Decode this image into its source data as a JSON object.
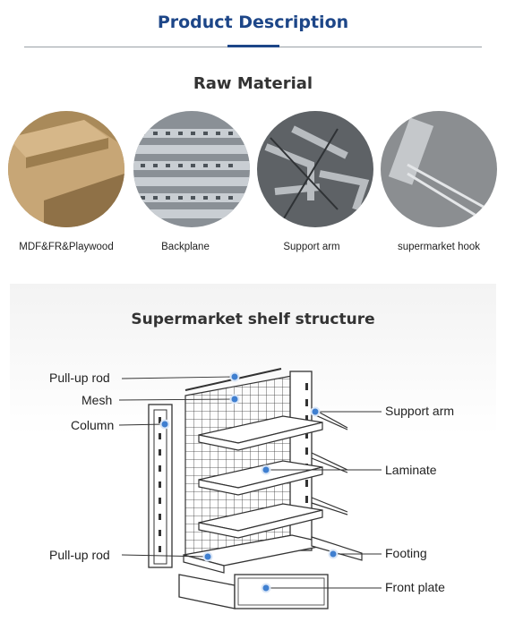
{
  "header": {
    "title": "Product Description",
    "subtitle": "Raw Material"
  },
  "materials": [
    {
      "label": "MDF&FR&Playwood"
    },
    {
      "label": "Backplane"
    },
    {
      "label": "Support arm"
    },
    {
      "label": "supermarket hook"
    }
  ],
  "structure": {
    "title": "Supermarket shelf structure",
    "labels": {
      "pull_up_rod_top": "Pull-up rod",
      "mesh": "Mesh",
      "column": "Column",
      "pull_up_rod_bottom": "Pull-up rod",
      "support_arm": "Support arm",
      "laminate": "Laminate",
      "footing": "Footing",
      "front_plate": "Front plate"
    }
  },
  "colors": {
    "title_blue": "#1d4688",
    "marker_blue": "#3f7fd0"
  }
}
